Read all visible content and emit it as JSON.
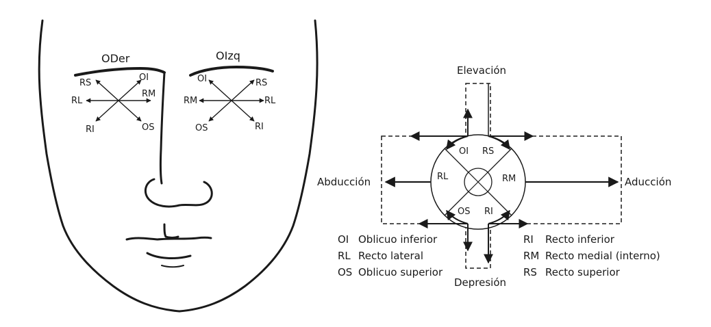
{
  "face": {
    "right_eye_label": "ODer",
    "left_eye_label": "OIzq",
    "right_eye_muscles": {
      "upper_left": "RS",
      "upper_right": "OI",
      "right": "RM",
      "left": "RL",
      "lower_left": "RI",
      "lower_right": "OS"
    },
    "left_eye_muscles": {
      "upper_left": "OI",
      "upper_right": "RS",
      "left": "RM",
      "right": "RL",
      "lower_left": "OS",
      "lower_right": "RI"
    }
  },
  "diagram": {
    "top_label": "Elevación",
    "bottom_label": "Depresión",
    "left_label": "Abducción",
    "right_label": "Aducción",
    "circle_labels": {
      "top_left": "OI",
      "top_right": "RS",
      "left": "RL",
      "right": "RM",
      "bottom_left": "OS",
      "bottom_right": "RI"
    }
  },
  "legend_left": [
    {
      "abbr": "OI",
      "name": "Oblicuo inferior"
    },
    {
      "abbr": "RL",
      "name": "Recto lateral"
    },
    {
      "abbr": "OS",
      "name": "Oblicuo superior"
    }
  ],
  "legend_right": [
    {
      "abbr": "RI",
      "name": "Recto inferior"
    },
    {
      "abbr": "RM",
      "name": "Recto medial (interno)"
    },
    {
      "abbr": "RS",
      "name": "Recto superior"
    }
  ]
}
